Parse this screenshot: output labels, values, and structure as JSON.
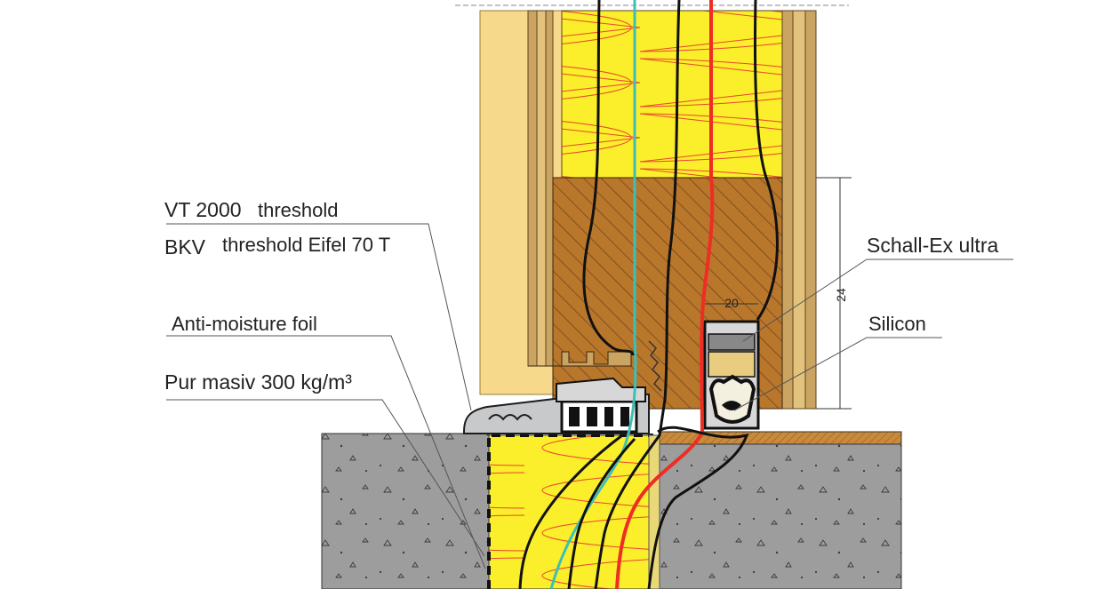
{
  "labels": {
    "vt2000_code": "VT 2000",
    "vt2000_text": "threshold",
    "bkv_code": "BKV",
    "bkv_text": "threshold Eifel 70 T",
    "anti_moisture": "Anti-moisture foil",
    "pur_masiv": "Pur masiv 300 kg/m³",
    "schall_ex": "Schall-Ex ultra",
    "silicon": "Silicon"
  },
  "dimensions": {
    "horizontal": "20",
    "vertical": "24"
  },
  "colors": {
    "insulation": "#fbee2a",
    "insulation_lines": "#e9462f",
    "oak_wood": "#b9772c",
    "wood_hatch": "#6b3f16",
    "frame_light": "#f6d98a",
    "frame_mid": "#caa460",
    "concrete": "#9d9d9d",
    "airtight_red": "#ee2d24",
    "vapour_cyan": "#3dbfb8",
    "gasket_black": "#111111",
    "threshold_grey": "#c8c9ca",
    "screed_brown": "#c98a3c"
  }
}
